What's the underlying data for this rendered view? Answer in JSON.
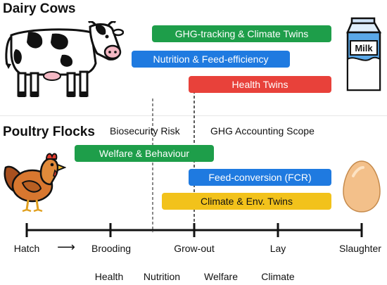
{
  "sections": {
    "dairy_title": "Dairy Cows",
    "poultry_title": "Poultry Flocks"
  },
  "dairy_bars": [
    {
      "label": "GHG-tracking & Climate Twins",
      "color": "#1e9e4a"
    },
    {
      "label": "Nutrition & Feed-efficiency",
      "color": "#1f7ae0"
    },
    {
      "label": "Health Twins",
      "color": "#e8413a"
    }
  ],
  "poultry_notes": {
    "biosecurity": "Biosecurity Risk",
    "ghg_scope": "GHG Accounting Scope"
  },
  "poultry_bars": [
    {
      "label": "Welfare & Behaviour",
      "color": "#1e9e4a"
    },
    {
      "label": "Feed-conversion (FCR)",
      "color": "#1f7ae0"
    },
    {
      "label": "Climate & Env. Twins",
      "color": "#f2c21b"
    }
  ],
  "timeline": {
    "stages": [
      "Hatch",
      "Brooding",
      "Grow-out",
      "Lay",
      "Slaughter"
    ],
    "arrow": "⟶"
  },
  "bottom_labels": [
    "Health",
    "Nutrition",
    "Welfare",
    "Climate"
  ],
  "icons": {
    "cow": "cow-icon",
    "milk": "milk-carton-icon",
    "milk_text": "Milk",
    "chicken": "chicken-icon",
    "egg": "egg-icon"
  }
}
